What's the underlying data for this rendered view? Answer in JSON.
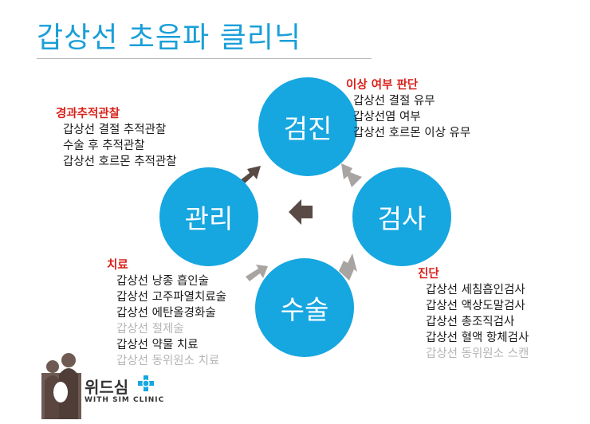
{
  "title": "갑상선 초음파 클리닉",
  "circles": {
    "checkup": "검진",
    "exam": "검사",
    "surgery": "수술",
    "manage": "관리"
  },
  "abnormal": {
    "heading": "이상 여부 판단",
    "items": [
      "갑상선 결절 유무",
      "갑상선염 여부",
      "갑상선 호르몬 이상 유무"
    ]
  },
  "followup": {
    "heading": "경과추적관찰",
    "items": [
      "갑상선 결절 추적관찰",
      "수술 후 추적관찰",
      "갑상선 호르몬 추적관찰"
    ]
  },
  "diagnosis": {
    "heading": "진단",
    "items": [
      "갑상선 세침흡인검사",
      "갑상선 액상도말검사",
      "갑상선 총조직검사",
      "갑상선 혈액 항체검사",
      "갑상선 동위원소 스캔"
    ]
  },
  "treatment": {
    "heading": "치료",
    "items": [
      "갑상선 낭종 흡인술",
      "갑상선 고주파열치료술",
      "갑상선 에탄올경화술",
      "갑상선 절제술",
      "갑상선 약물 치료",
      "갑상선 동위원소 치료"
    ]
  },
  "logo": {
    "name": "위드심",
    "sub": "WITH SIM CLINIC"
  },
  "colors": {
    "title": "#1a9fd8",
    "circle": "#16a6e0",
    "heading": "#d8201a",
    "arrow_dark": "#5a4a45",
    "arrow_gray": "#a8a4a2"
  }
}
